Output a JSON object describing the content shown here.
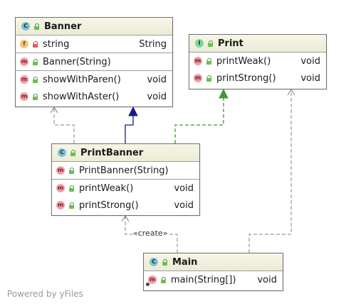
{
  "classes": {
    "banner": {
      "name": "Banner",
      "kind": "C",
      "fields": [
        {
          "name": "string",
          "type": "String",
          "kind": "f",
          "visibility": "private"
        }
      ],
      "constructors": [
        {
          "name": "Banner(String)",
          "kind": "m"
        }
      ],
      "methods": [
        {
          "name": "showWithParen()",
          "type": "void",
          "kind": "m"
        },
        {
          "name": "showWithAster()",
          "type": "void",
          "kind": "m"
        }
      ]
    },
    "print": {
      "name": "Print",
      "kind": "I",
      "methods": [
        {
          "name": "printWeak()",
          "type": "void",
          "kind": "m"
        },
        {
          "name": "printStrong()",
          "type": "void",
          "kind": "m"
        }
      ]
    },
    "printbanner": {
      "name": "PrintBanner",
      "kind": "C",
      "constructors": [
        {
          "name": "PrintBanner(String)",
          "kind": "m"
        }
      ],
      "methods": [
        {
          "name": "printWeak()",
          "type": "void",
          "kind": "m"
        },
        {
          "name": "printStrong()",
          "type": "void",
          "kind": "m"
        }
      ]
    },
    "main": {
      "name": "Main",
      "kind": "C",
      "methods": [
        {
          "name": "main(String[])",
          "type": "void",
          "kind": "m",
          "static": true
        }
      ]
    }
  },
  "edges": {
    "create_label": "«create»"
  },
  "colors": {
    "extends": "#1a1a8c",
    "implements": "#3a9a3a",
    "dependency": "#808080"
  },
  "footer": "Powered by yFiles"
}
